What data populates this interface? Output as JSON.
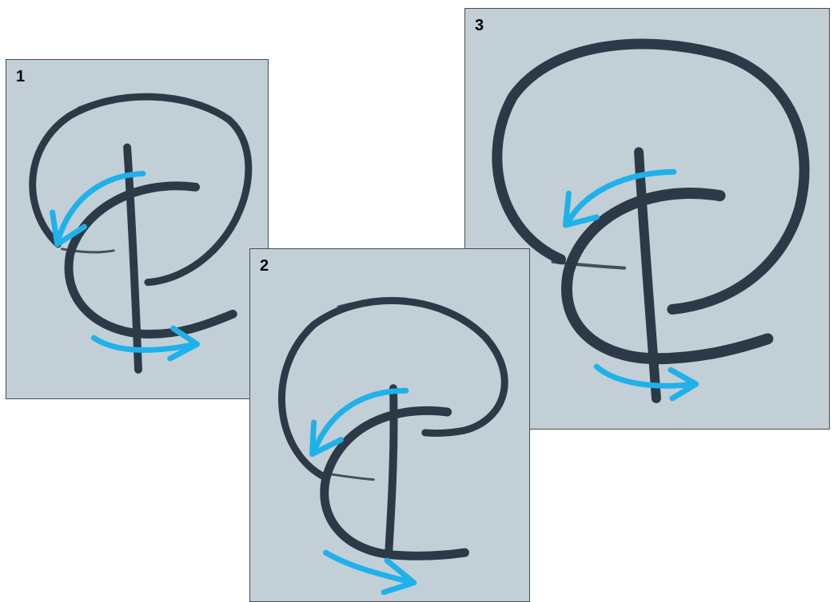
{
  "panels": [
    {
      "label": "1",
      "stroke_color": "#2c3a48",
      "arrow_color": "#1fb1ea",
      "background": "#c2cfd6"
    },
    {
      "label": "2",
      "stroke_color": "#2c3a48",
      "arrow_color": "#1fb1ea",
      "background": "#c2cfd6"
    },
    {
      "label": "3",
      "stroke_color": "#2c3a48",
      "arrow_color": "#1fb1ea",
      "background": "#c2cfd6"
    }
  ]
}
